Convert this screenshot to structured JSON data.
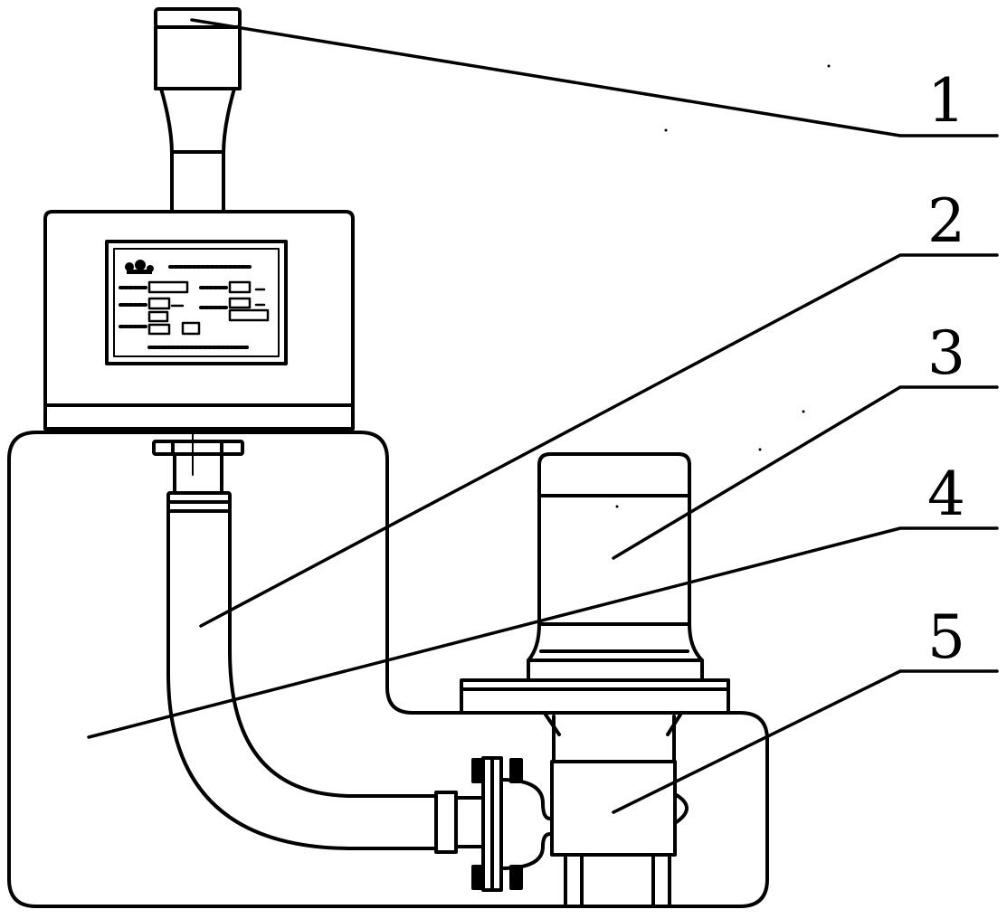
{
  "diagram": {
    "callouts": [
      {
        "id": "1",
        "label": "1"
      },
      {
        "id": "2",
        "label": "2"
      },
      {
        "id": "3",
        "label": "3"
      },
      {
        "id": "4",
        "label": "4"
      },
      {
        "id": "5",
        "label": "5"
      }
    ],
    "colors": {
      "stroke": "#000000",
      "fill": "#ffffff"
    }
  }
}
